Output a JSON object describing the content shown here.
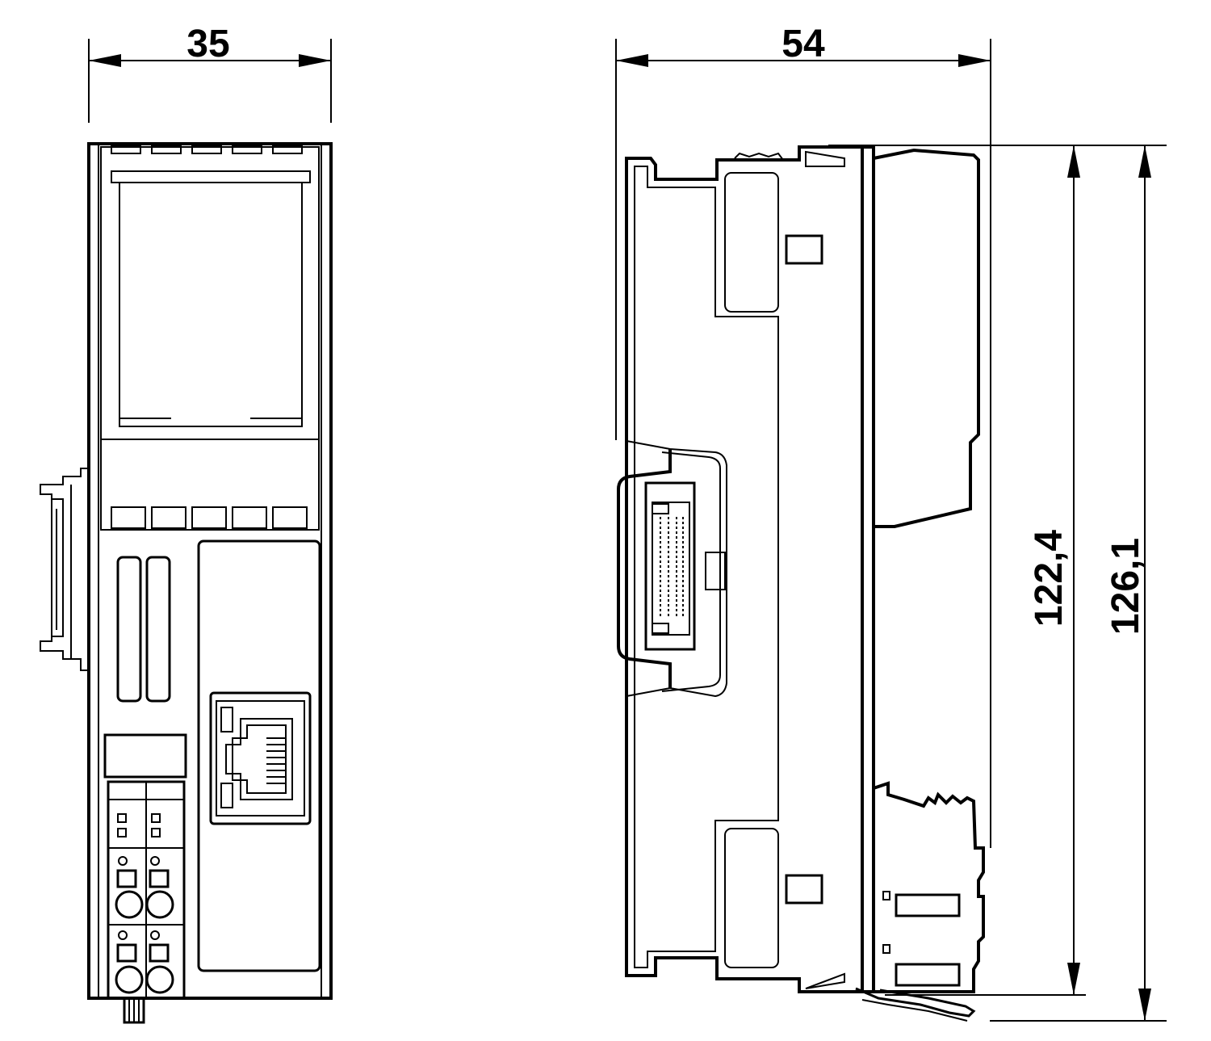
{
  "dimensions": {
    "front_width": "35",
    "side_depth": "54",
    "height_inner": "122,4",
    "height_outer": "126,1"
  },
  "colors": {
    "line": "#000000",
    "background": "#ffffff"
  }
}
